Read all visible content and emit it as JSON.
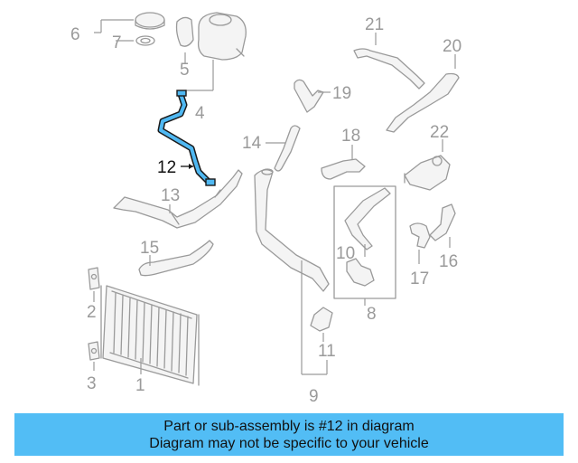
{
  "callouts": {
    "c1": "1",
    "c2": "2",
    "c3": "3",
    "c4": "4",
    "c5": "5",
    "c6": "6",
    "c7": "7",
    "c8": "8",
    "c9": "9",
    "c10": "10",
    "c11": "11",
    "c12": "12",
    "c13": "13",
    "c14": "14",
    "c15": "15",
    "c16": "16",
    "c17": "17",
    "c18": "18",
    "c19": "19",
    "c20": "20",
    "c21": "21",
    "c22": "22"
  },
  "highlighted_part": "12",
  "colors": {
    "highlight": "#4fb8f2",
    "banner": "#52bdf5",
    "linework": "#9a9a9a"
  },
  "banner": {
    "line1": "Part or sub-assembly is #12 in diagram",
    "line2": "Diagram may not be specific to your vehicle"
  }
}
